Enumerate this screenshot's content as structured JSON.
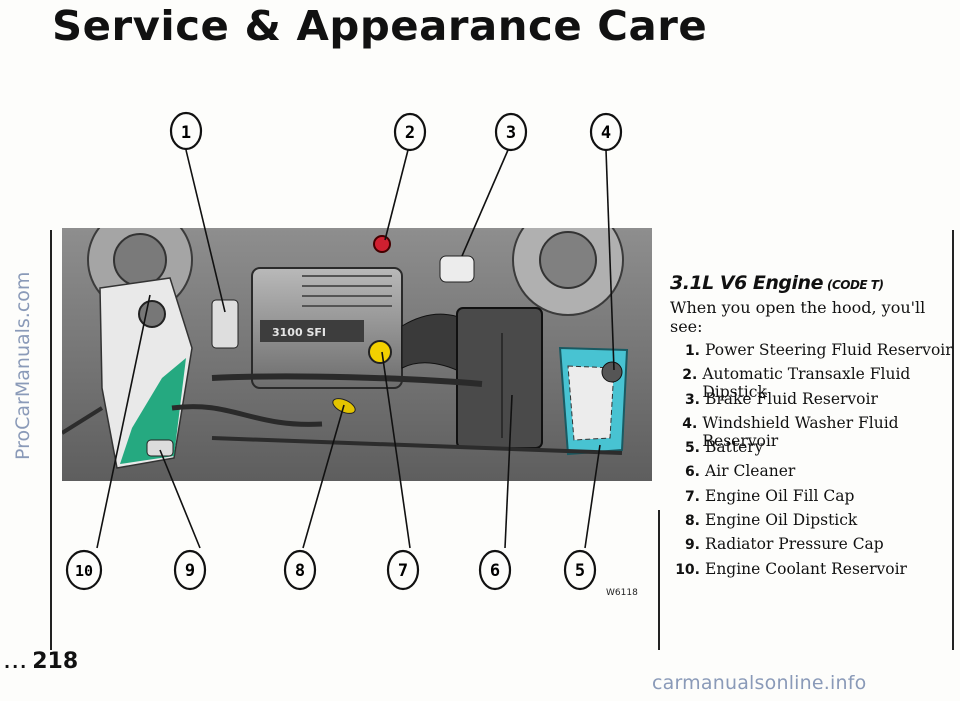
{
  "header": {
    "title": "Service & Appearance Care"
  },
  "watermark": {
    "side": "ProCarManuals.com",
    "bottom": "carmanualsonline.info"
  },
  "figure": {
    "code": "W6118",
    "callout_top": [
      "1",
      "2",
      "3",
      "4"
    ],
    "callout_bottom": [
      "10",
      "9",
      "8",
      "7",
      "6",
      "5"
    ]
  },
  "legend": {
    "heading": "3.1L V6 Engine",
    "code": "(CODE T)",
    "intro": "When you open the hood, you'll see:",
    "items": [
      {
        "num": "1.",
        "label": "Power Steering Fluid Reservoir"
      },
      {
        "num": "2.",
        "label": "Automatic Transaxle Fluid Dipstick"
      },
      {
        "num": "3.",
        "label": "Brake Fluid Reservoir"
      },
      {
        "num": "4.",
        "label": "Windshield Washer Fluid Reservoir"
      },
      {
        "num": "5.",
        "label": "Battery"
      },
      {
        "num": "6.",
        "label": "Air Cleaner"
      },
      {
        "num": "7.",
        "label": "Engine Oil Fill Cap"
      },
      {
        "num": "8.",
        "label": "Engine Oil Dipstick"
      },
      {
        "num": "9.",
        "label": "Radiator Pressure Cap"
      },
      {
        "num": "10.",
        "label": "Engine Coolant Reservoir"
      }
    ]
  },
  "footer": {
    "dots": "...",
    "page_number": "218"
  },
  "colors": {
    "coolant_green": "#1aa57a",
    "washer_cyan": "#48c3d2",
    "cap_yellow": "#f2d000",
    "dipstick_red": "#d02030"
  }
}
